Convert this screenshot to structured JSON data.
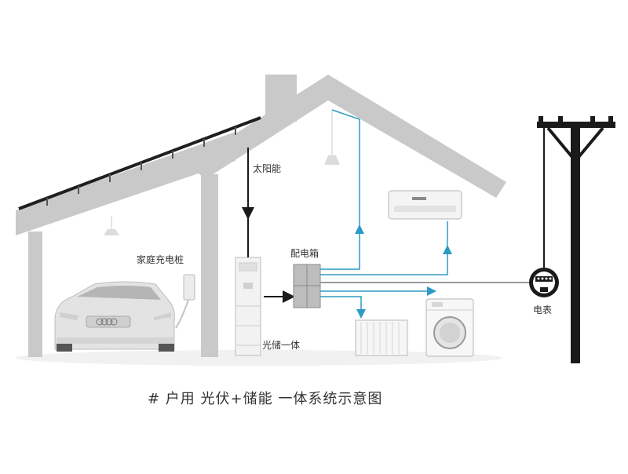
{
  "labels": {
    "solar": "太阳能",
    "charger": "家庭充电桩",
    "distribution_box": "配电箱",
    "storage_unit": "光储一体",
    "meter": "电表"
  },
  "caption": "# 户用 光伏+储能 一体系统示意图",
  "colors": {
    "house": "#c9c9c9",
    "flow_arrow": "#2d9bc4",
    "dark_arrow": "#1a1a1a",
    "grid_line": "#9a9a9a",
    "pole": "#1a1a1a"
  }
}
